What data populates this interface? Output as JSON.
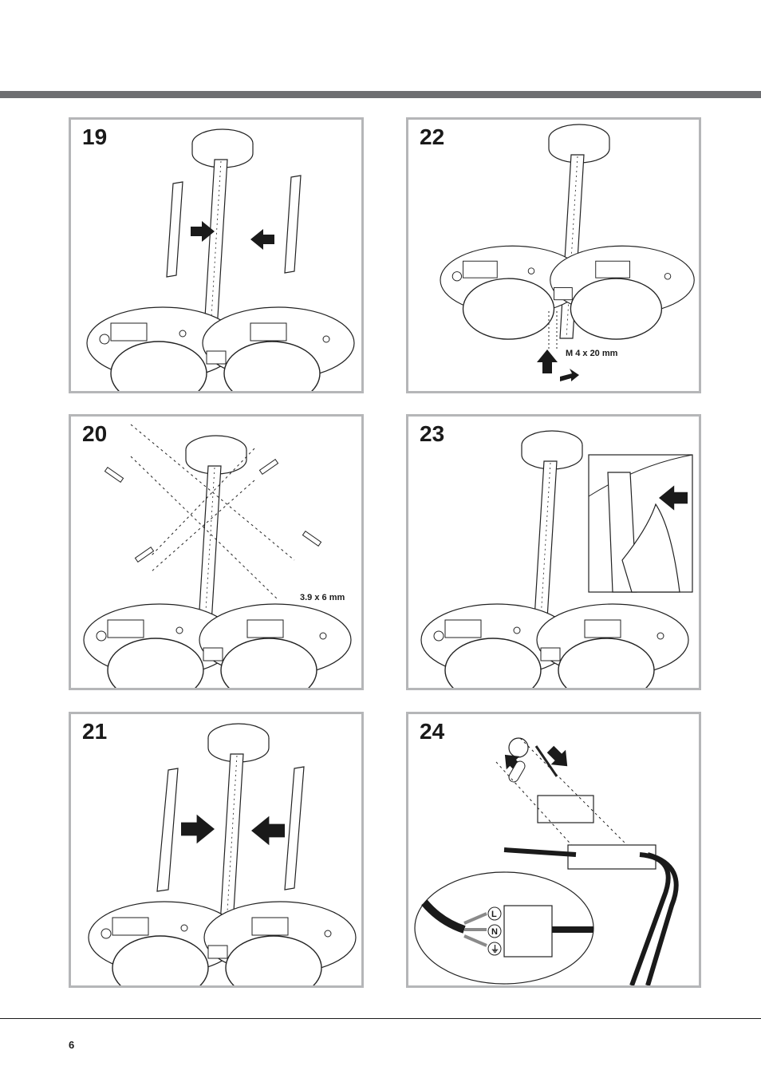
{
  "steps": [
    {
      "number": "19"
    },
    {
      "number": "20",
      "label": "3.9 x 6 mm"
    },
    {
      "number": "21"
    },
    {
      "number": "22",
      "label": "M 4 x 20 mm"
    },
    {
      "number": "23"
    },
    {
      "number": "24",
      "terminals": [
        "L",
        "N",
        "⏚"
      ]
    }
  ],
  "page_number": "6"
}
